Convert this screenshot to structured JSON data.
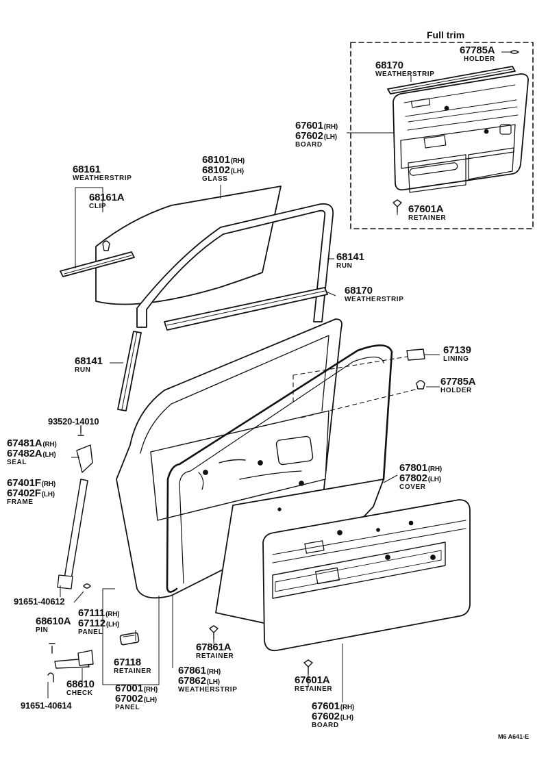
{
  "title": "Full trim",
  "ref_code": "M6  A641-E",
  "callouts": {
    "c67785A_top": {
      "num": "67785A",
      "name": "HOLDER"
    },
    "c68170_top": {
      "num": "68170",
      "name": "WEATHERSTRIP"
    },
    "c67601_top": {
      "num1": "67601",
      "suf1": "(RH)",
      "num2": "67602",
      "suf2": "(LH)",
      "name": "BOARD"
    },
    "c67601A_top": {
      "num": "67601A",
      "name": "RETAINER"
    },
    "c68161": {
      "num": "68161",
      "name": "WEATHERSTRIP"
    },
    "c68161A": {
      "num": "68161A",
      "name": "CLIP"
    },
    "c68101": {
      "num1": "68101",
      "suf1": "(RH)",
      "num2": "68102",
      "suf2": "(LH)",
      "name": "GLASS"
    },
    "c68141_right": {
      "num": "68141",
      "name": "RUN"
    },
    "c68170_mid": {
      "num": "68170",
      "name": "WEATHERSTRIP"
    },
    "c68141_left": {
      "num": "68141",
      "name": "RUN"
    },
    "c67139": {
      "num": "67139",
      "name": "LINING"
    },
    "c67785A_mid": {
      "num": "67785A",
      "name": "HOLDER"
    },
    "c93520": {
      "num": "93520-14010"
    },
    "c67481A": {
      "num1": "67481A",
      "suf1": "(RH)",
      "num2": "67482A",
      "suf2": "(LH)",
      "name": "SEAL"
    },
    "c67401F": {
      "num1": "67401F",
      "suf1": "(RH)",
      "num2": "67402F",
      "suf2": "(LH)",
      "name": "FRAME"
    },
    "c67801": {
      "num1": "67801",
      "suf1": "(RH)",
      "num2": "67802",
      "suf2": "(LH)",
      "name": "COVER"
    },
    "c91651_612": {
      "num": "91651-40612"
    },
    "c67111": {
      "num1": "67111",
      "suf1": "(RH)",
      "num2": "67112",
      "suf2": "(LH)",
      "name": "PANEL"
    },
    "c68610A": {
      "num": "68610A",
      "name": "PIN"
    },
    "c67861A": {
      "num": "67861A",
      "name": "RETAINER"
    },
    "c67118": {
      "num": "67118",
      "name": "RETAINER"
    },
    "c67861": {
      "num1": "67861",
      "suf1": "(RH)",
      "num2": "67862",
      "suf2": "(LH)",
      "name": "WEATHERSTRIP"
    },
    "c67601A_bot": {
      "num": "67601A",
      "name": "RETAINER"
    },
    "c68610": {
      "num": "68610",
      "name": "CHECK"
    },
    "c67001": {
      "num1": "67001",
      "suf1": "(RH)",
      "num2": "67002",
      "suf2": "(LH)",
      "name": "PANEL"
    },
    "c91651_614": {
      "num": "91651-40614"
    },
    "c67601_bot": {
      "num1": "67601",
      "suf1": "(RH)",
      "num2": "67602",
      "suf2": "(LH)",
      "name": "BOARD"
    }
  }
}
